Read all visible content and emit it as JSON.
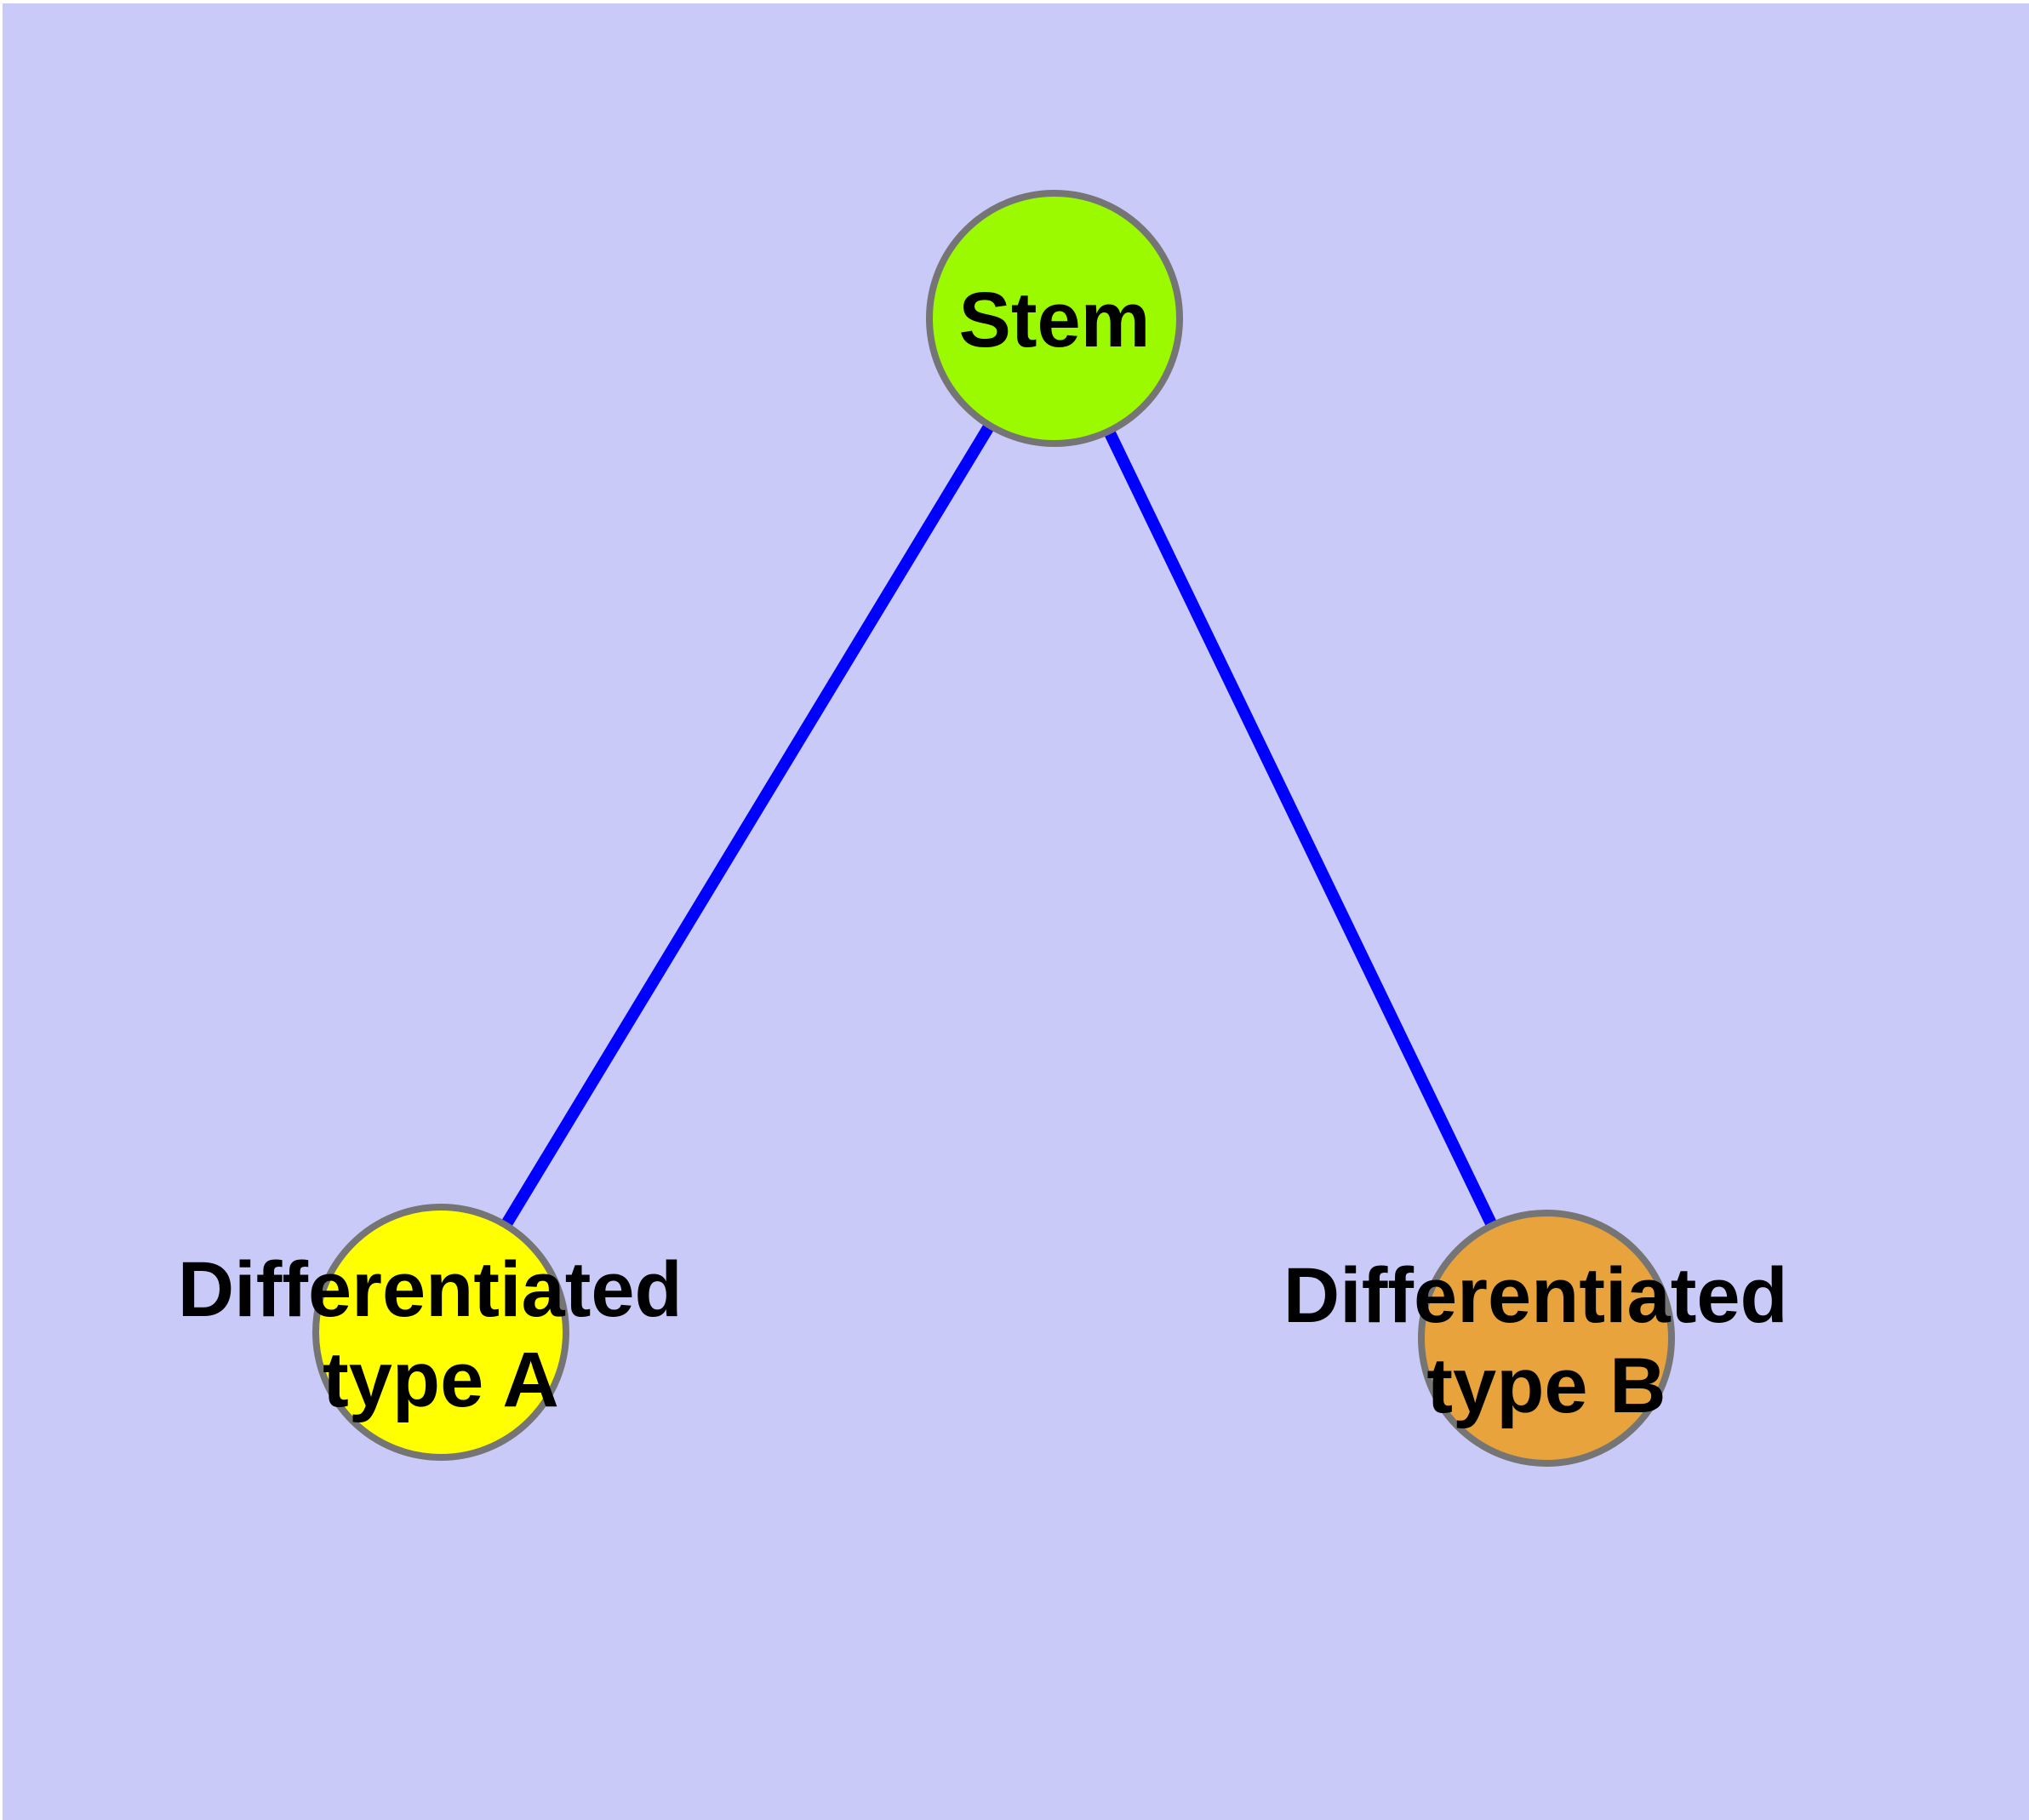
{
  "canvas": {
    "page_background": "#FFFFFF",
    "plot_background": "#CACAF8"
  },
  "styles": {
    "edge_color": "#0000FF",
    "node_border_color": "#757575",
    "label_color": "#000000"
  },
  "nodes": {
    "stem": {
      "label": "Stem",
      "fill": "#9BF900"
    },
    "type_a": {
      "label_line1": "Differentiated",
      "label_line2": "type A",
      "fill": "#FFFF00"
    },
    "type_b": {
      "label_line1": "Differentiated",
      "label_line2": "type B",
      "fill": "#E8A33C"
    }
  },
  "edges": [
    {
      "from": "Stem",
      "to": "Differentiated type A"
    },
    {
      "from": "Stem",
      "to": "Differentiated type B"
    }
  ]
}
